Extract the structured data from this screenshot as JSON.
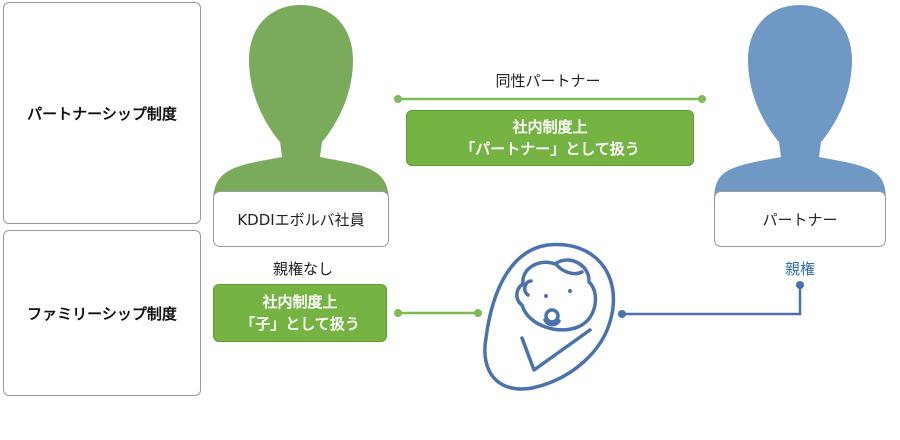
{
  "rows": {
    "partnership": "パートナーシップ制度",
    "familyship": "ファミリーシップ制度"
  },
  "people": {
    "employee": "KDDIエボルバ社員",
    "partner": "パートナー"
  },
  "relations": {
    "same_sex_partner": "同性パートナー",
    "partner_box_line1": "社内制度上",
    "partner_box_line2": "「パートナー」として扱う",
    "no_parental_rights": "親権なし",
    "child_box_line1": "社内制度上",
    "child_box_line2": "「子」として扱う",
    "parental_rights": "親権"
  },
  "colors": {
    "employee_green": "#7aab5b",
    "box_green": "#75b443",
    "partner_blue": "#6f98c4",
    "line_blue": "#4a72ad",
    "rights_text": "#2e6fb3"
  }
}
